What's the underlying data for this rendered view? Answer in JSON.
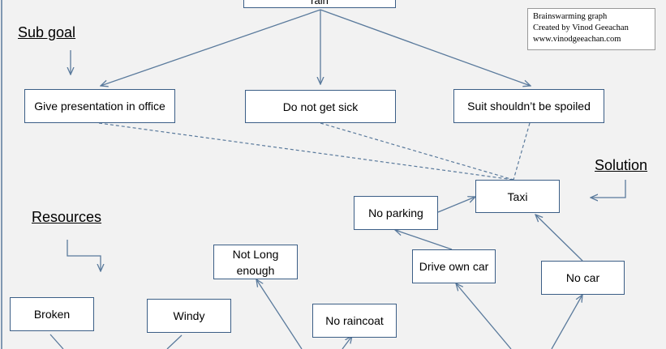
{
  "diagram": {
    "top_node_partial": "rain",
    "sub_goal_label": "Sub goal",
    "solution_label": "Solution",
    "resources_label": "Resources",
    "credit": {
      "line1": "Brainswarming graph",
      "line2": "Created by Vinod Geeachan",
      "line3": "www.vinodgeeachan.com"
    },
    "nodes": {
      "give_presentation": "Give presentation  in office",
      "do_not_get_sick": "Do not get sick",
      "suit": "Suit shouldn’t  be spoiled",
      "taxi": "Taxi",
      "no_parking": "No parking",
      "drive_own_car": "Drive own car",
      "no_car": "No car",
      "not_long_enough": "Not Long enough",
      "no_raincoat": "No raincoat",
      "broken": "Broken",
      "windy": "Windy"
    }
  }
}
